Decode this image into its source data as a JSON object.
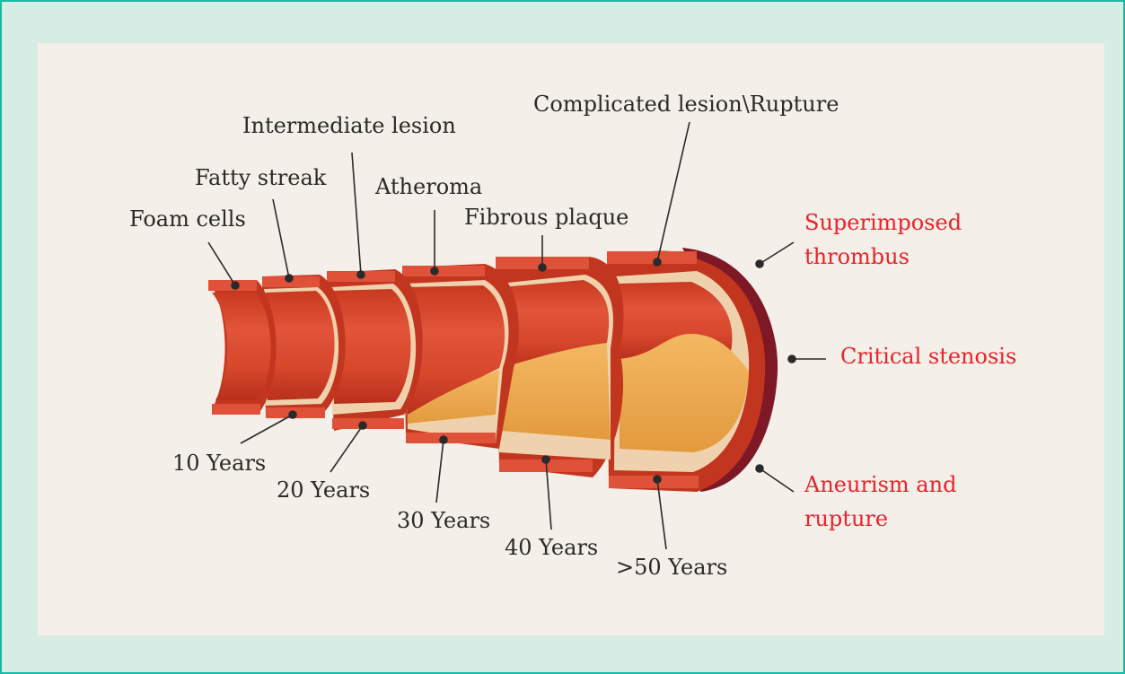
{
  "stage_labels": {
    "foam_cells": "Foam cells",
    "fatty_streak": "Fatty streak",
    "intermediate_lesion": "Intermediate lesion",
    "atheroma": "Atheroma",
    "fibrous_plaque": "Fibrous plaque",
    "complicated_lesion": "Complicated lesion\\Rupture"
  },
  "age_labels": {
    "y10": "10 Years",
    "y20": "20 Years",
    "y30": "30 Years",
    "y40": "40 Years",
    "y50": ">50 Years"
  },
  "complication_labels": {
    "thrombus_line1": "Superimposed",
    "thrombus_line2": "thrombus",
    "stenosis": "Critical stenosis",
    "aneurism_line1": "Aneurism and",
    "aneurism_line2": "rupture"
  },
  "colors": {
    "frame_border": "#19b8a4",
    "frame_bg": "#d8ece6",
    "panel_bg": "#f4efe8",
    "vessel_wall": "#e0513a",
    "vessel_lumen": "#d9472e",
    "intima": "#f2cfa6",
    "plaque": "#eca64c",
    "thrombus_rim": "#7e1826",
    "complication_text": "#e8232a"
  }
}
